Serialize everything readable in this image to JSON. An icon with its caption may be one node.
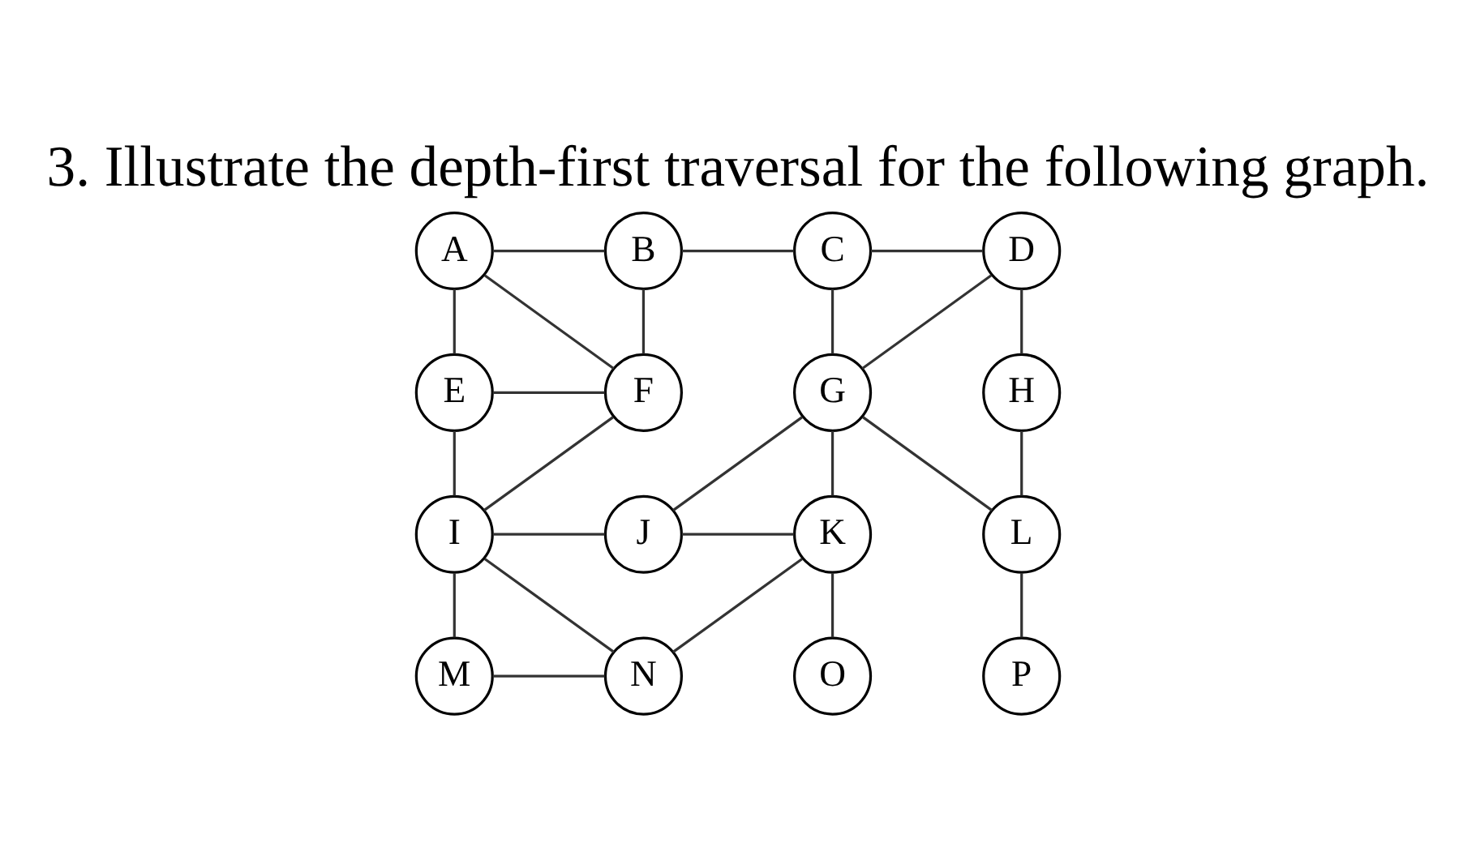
{
  "diagram": {
    "title": "3. Illustrate the depth-first traversal for the following graph.",
    "nodes": [
      {
        "text": [
          "A"
        ]
      },
      {
        "text": [
          "B"
        ]
      },
      {
        "text": [
          "C"
        ]
      },
      {
        "text": [
          "D"
        ]
      },
      {
        "text": [
          "E"
        ]
      },
      {
        "text": [
          "F"
        ]
      },
      {
        "text": [
          "G"
        ]
      },
      {
        "text": [
          "H"
        ]
      },
      {
        "text": [
          "I"
        ]
      },
      {
        "text": [
          "J"
        ]
      },
      {
        "text": [
          "K"
        ]
      },
      {
        "text": [
          "L"
        ]
      },
      {
        "text": [
          "M"
        ]
      },
      {
        "text": [
          "N"
        ]
      },
      {
        "text": [
          "O"
        ]
      },
      {
        "text": [
          "P"
        ]
      }
    ],
    "edges": [
      {
        "from": 0,
        "to": 1,
        "arrow": "none"
      },
      {
        "from": 1,
        "to": 2,
        "arrow": "none"
      },
      {
        "from": 2,
        "to": 3,
        "arrow": "none"
      },
      {
        "from": 0,
        "to": 4,
        "arrow": "none"
      },
      {
        "from": 0,
        "to": 5,
        "arrow": "none"
      },
      {
        "from": 1,
        "to": 5,
        "arrow": "none"
      },
      {
        "from": 2,
        "to": 6,
        "arrow": "none"
      },
      {
        "from": 3,
        "to": 6,
        "arrow": "none"
      },
      {
        "from": 3,
        "to": 7,
        "arrow": "none"
      },
      {
        "from": 4,
        "to": 5,
        "arrow": "none"
      },
      {
        "from": 4,
        "to": 8,
        "arrow": "none"
      },
      {
        "from": 5,
        "to": 8,
        "arrow": "none"
      },
      {
        "from": 6,
        "to": 9,
        "arrow": "none"
      },
      {
        "from": 6,
        "to": 10,
        "arrow": "none"
      },
      {
        "from": 6,
        "to": 11,
        "arrow": "none"
      },
      {
        "from": 7,
        "to": 11,
        "arrow": "none"
      },
      {
        "from": 8,
        "to": 9,
        "arrow": "none"
      },
      {
        "from": 9,
        "to": 10,
        "arrow": "none"
      },
      {
        "from": 8,
        "to": 12,
        "arrow": "none"
      },
      {
        "from": 8,
        "to": 13,
        "arrow": "none"
      },
      {
        "from": 10,
        "to": 13,
        "arrow": "none"
      },
      {
        "from": 10,
        "to": 14,
        "arrow": "none"
      },
      {
        "from": 11,
        "to": 15,
        "arrow": "none"
      },
      {
        "from": 12,
        "to": 13,
        "arrow": "none"
      }
    ]
  }
}
